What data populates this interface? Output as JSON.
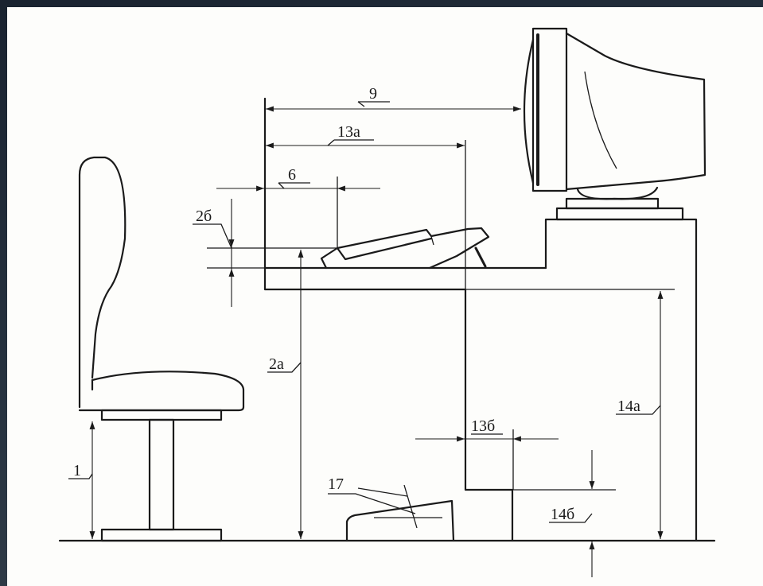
{
  "labels": {
    "l9": "9",
    "l13a": "13а",
    "l6": "6",
    "l2b": "2б",
    "l2a": "2а",
    "l1": "1",
    "l17": "17",
    "l13b": "13б",
    "l14a": "14а",
    "l14b": "14б"
  },
  "colors": {
    "line": "#1a1a1a",
    "paper": "#fdfdfb",
    "frame": "#1d2530"
  }
}
